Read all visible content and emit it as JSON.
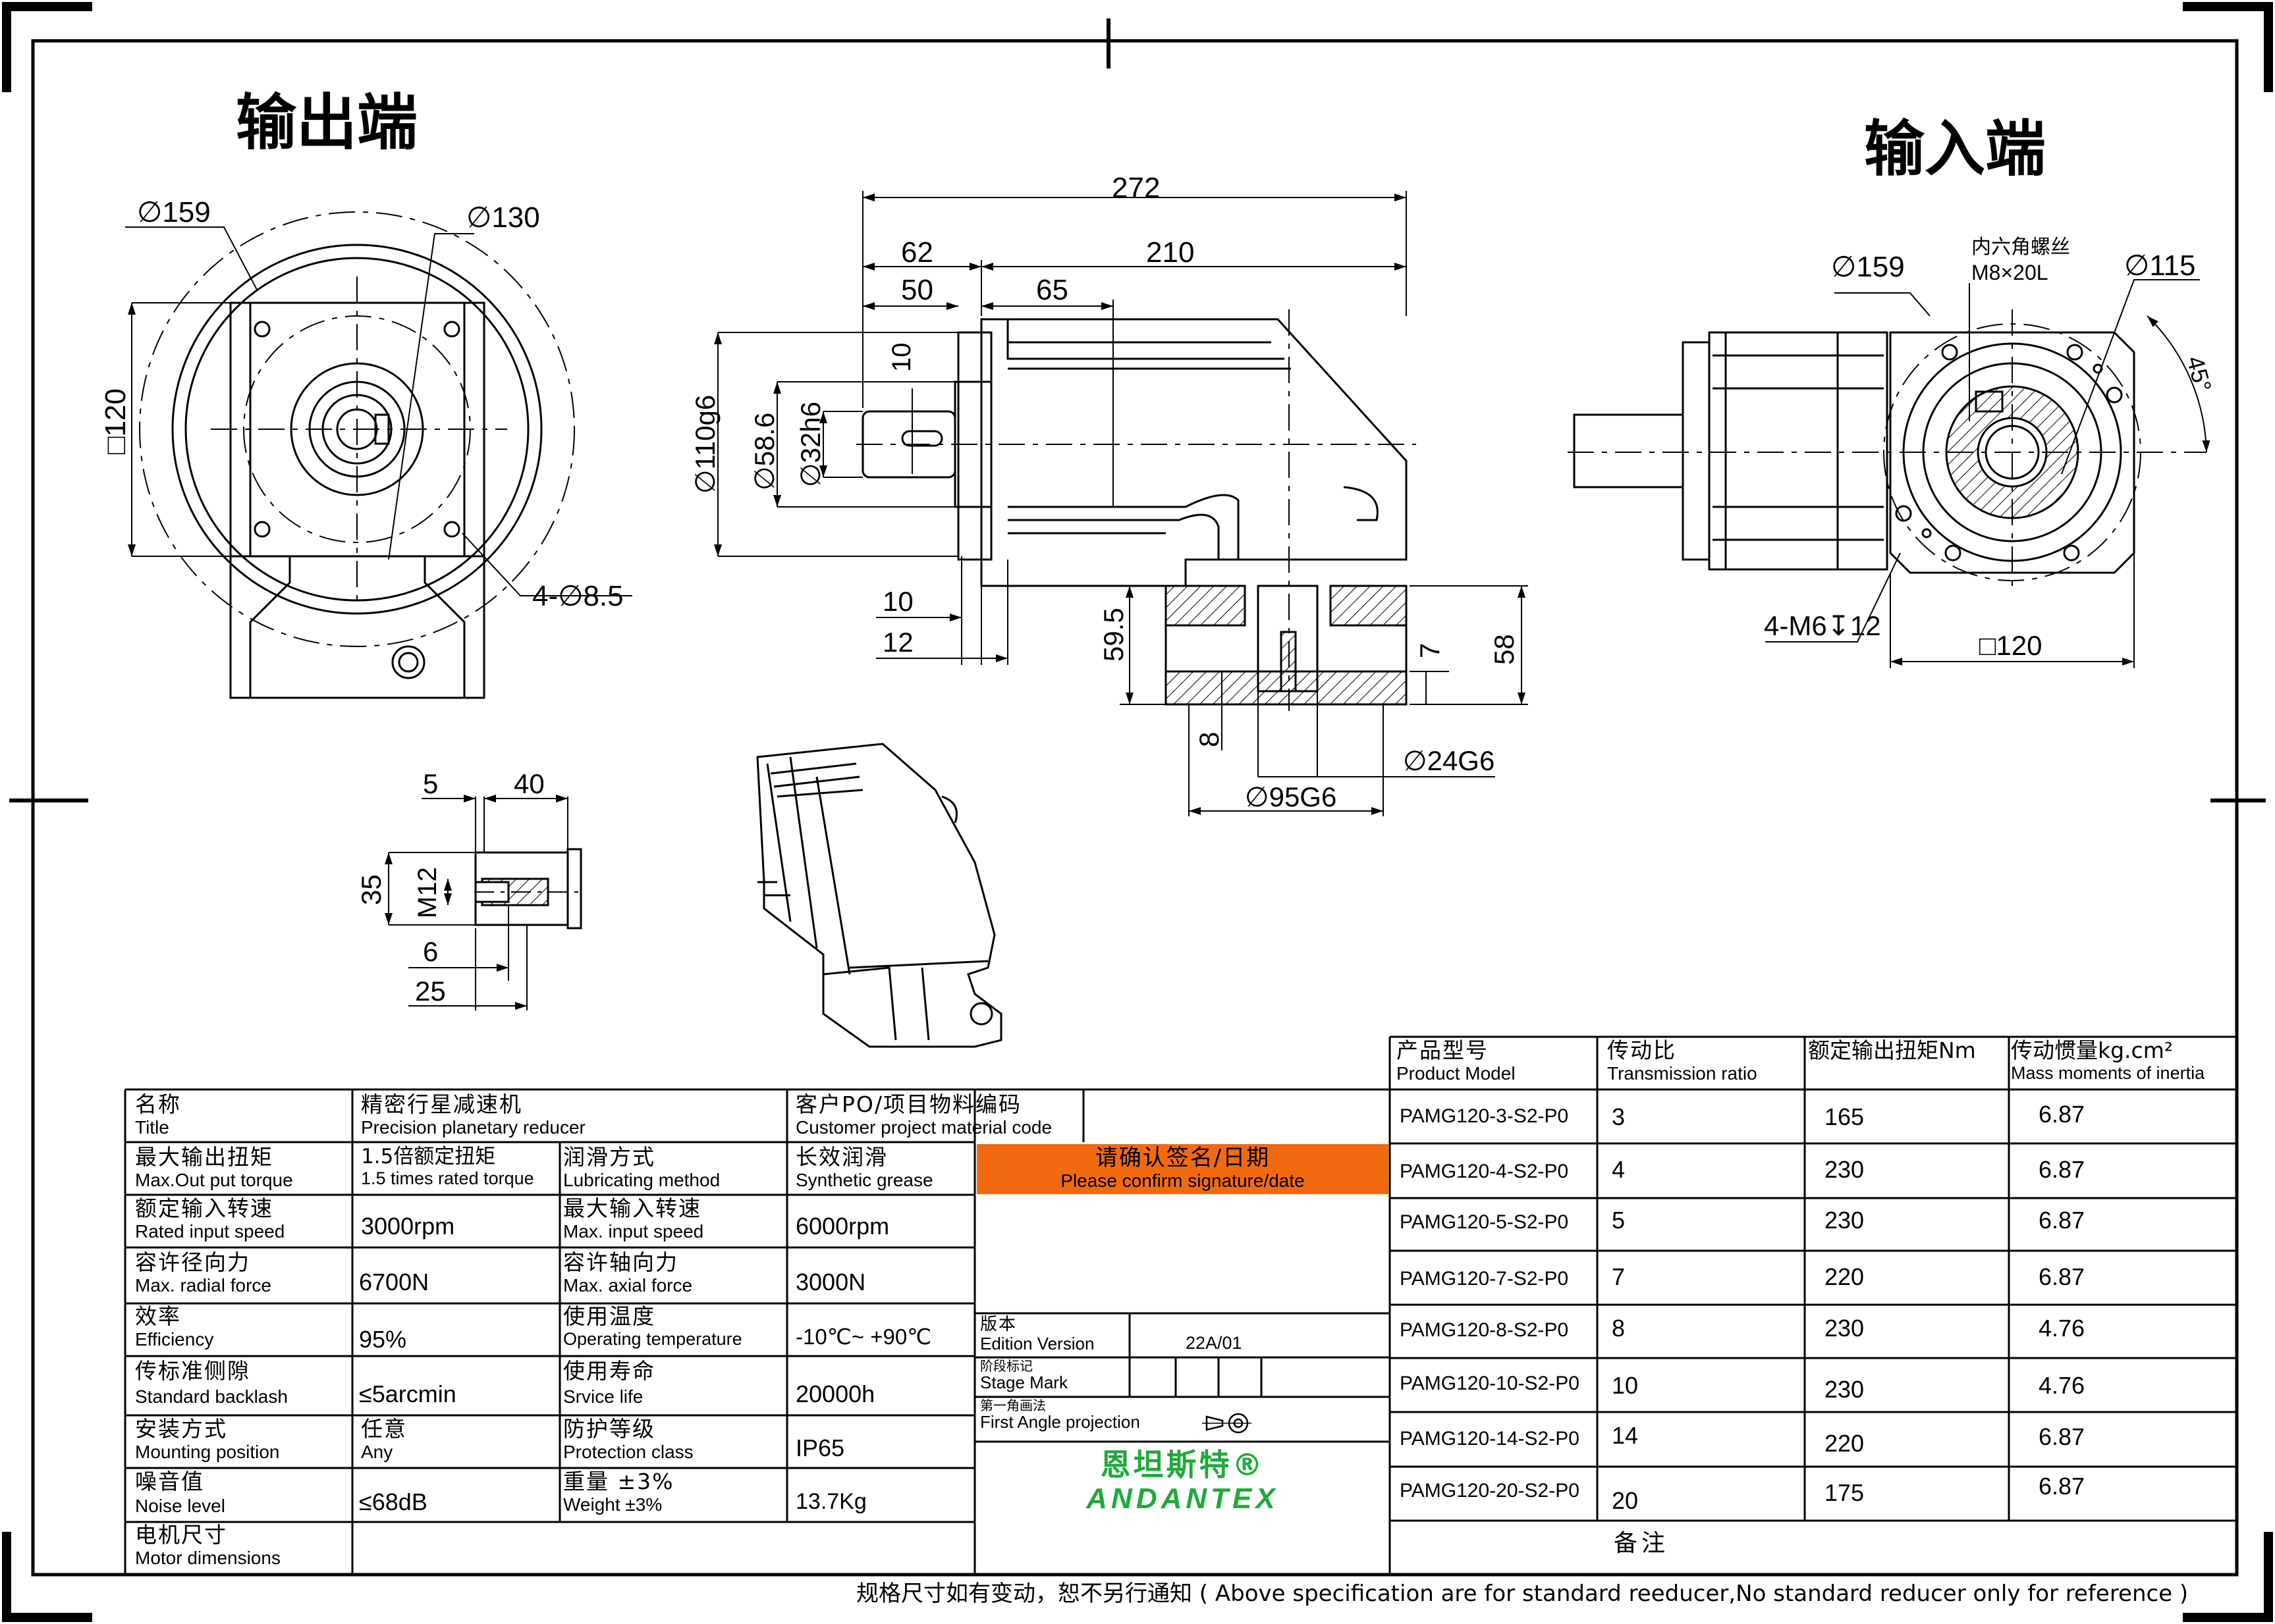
{
  "views": {
    "output_title": "输出端",
    "input_title": "输入端"
  },
  "output_view": {
    "dia_159": "∅159",
    "dia_130": "∅130",
    "square_120": "□120",
    "holes": "4-∅8.5"
  },
  "side_view": {
    "len_272": "272",
    "len_62": "62",
    "len_210": "210",
    "len_50": "50",
    "len_65": "65",
    "len_10_top": "10",
    "dia_110": "∅110g6",
    "dia_58_6": "∅58.6",
    "dia_32": "∅32h6",
    "len_10": "10",
    "len_12": "12",
    "len_59_5": "59.5",
    "len_7": "7",
    "len_58": "58",
    "len_8": "8",
    "dia_24": "∅24G6",
    "dia_95": "∅95G6"
  },
  "input_view": {
    "dia_159": "∅159",
    "screw_cn": "内六角螺丝",
    "screw_spec": "M8×20L",
    "dia_115": "∅115",
    "angle": "45°",
    "thread": "4-M6↧12",
    "square_120": "□120"
  },
  "key_detail": {
    "d5": "5",
    "d40": "40",
    "d35": "35",
    "m12": "M12",
    "d6": "6",
    "d25": "25"
  },
  "spec": {
    "title": {
      "cn": "名称",
      "en": "Title"
    },
    "title_value": {
      "cn": "精密行星减速机",
      "en": "Precision planetary reducer"
    },
    "customer_code": {
      "cn": "客户PO/项目物料编码",
      "en": "Customer project material code"
    },
    "max_torque": {
      "cn": "最大输出扭矩",
      "en": "Max.Out put torque"
    },
    "max_torque_value": {
      "cn": "1.5倍额定扭矩",
      "en": "1.5 times rated torque"
    },
    "lubrication": {
      "cn": "润滑方式",
      "en": "Lubricating method"
    },
    "lubrication_value": {
      "cn": "长效润滑",
      "en": "Synthetic grease"
    },
    "confirm": {
      "cn": "请确认签名/日期",
      "en": "Please confirm signature/date"
    },
    "rated_speed": {
      "cn": "额定输入转速",
      "en": "Rated input speed",
      "value": "3000rpm"
    },
    "max_speed": {
      "cn": "最大输入转速",
      "en": "Max. input speed",
      "value": "6000rpm"
    },
    "radial_force": {
      "cn": "容许径向力",
      "en": "Max. radial force",
      "value": "6700N"
    },
    "axial_force": {
      "cn": "容许轴向力",
      "en": "Max. axial force",
      "value": "3000N"
    },
    "efficiency": {
      "cn": "效率",
      "en": "Efficiency",
      "value": "95%"
    },
    "temperature": {
      "cn": "使用温度",
      "en": "Operating temperature",
      "value": "-10℃~ +90℃"
    },
    "backlash": {
      "cn": "传标准侧隙",
      "en": "Standard backlash",
      "value": "≤5arcmin"
    },
    "service_life": {
      "cn": "使用寿命",
      "en": "Srvice life",
      "value": "20000h"
    },
    "mounting": {
      "cn": "安装方式",
      "en": "Mounting position",
      "value_cn": "任意",
      "value_en": "Any"
    },
    "protection": {
      "cn": "防护等级",
      "en": "Protection class",
      "value": "IP65"
    },
    "noise": {
      "cn": "噪音值",
      "en": "Noise level",
      "value": "≤68dB"
    },
    "weight": {
      "cn": "重量 ±3%",
      "en": "Weight ±3%",
      "value": "13.7Kg"
    },
    "motor": {
      "cn": "电机尺寸",
      "en": "Motor dimensions"
    },
    "edition": {
      "cn": "版本",
      "en": "Edition Version",
      "value": "22A/01"
    },
    "stage": {
      "cn": "阶段标记",
      "en": "Stage Mark"
    },
    "projection": {
      "cn": "第一角画法",
      "en": "First Angle projection"
    }
  },
  "brand": {
    "cn": "恩坦斯特®",
    "en": "ANDANTEX"
  },
  "models": {
    "headers": [
      {
        "cn": "产品型号",
        "en": "Product Model"
      },
      {
        "cn": "传动比",
        "en": "Transmission ratio"
      },
      {
        "cn": "额定输出扭矩Nm",
        "en": ""
      },
      {
        "cn": "传动惯量kg.cm²",
        "en": "Mass moments of inertia"
      }
    ],
    "rows": [
      {
        "model": "PAMG120-3-S2-P0",
        "ratio": "3",
        "torque": "165",
        "inertia": "6.87"
      },
      {
        "model": "PAMG120-4-S2-P0",
        "ratio": "4",
        "torque": "230",
        "inertia": "6.87"
      },
      {
        "model": "PAMG120-5-S2-P0",
        "ratio": "5",
        "torque": "230",
        "inertia": "6.87"
      },
      {
        "model": "PAMG120-7-S2-P0",
        "ratio": "7",
        "torque": "220",
        "inertia": "6.87"
      },
      {
        "model": "PAMG120-8-S2-P0",
        "ratio": "8",
        "torque": "230",
        "inertia": "4.76"
      },
      {
        "model": "PAMG120-10-S2-P0",
        "ratio": "10",
        "torque": "230",
        "inertia": "4.76"
      },
      {
        "model": "PAMG120-14-S2-P0",
        "ratio": "14",
        "torque": "220",
        "inertia": "6.87"
      },
      {
        "model": "PAMG120-20-S2-P0",
        "ratio": "20",
        "torque": "175",
        "inertia": "6.87"
      }
    ],
    "remark": "备注"
  },
  "footer": "规格尺寸如有变动，恕不另行通知 ( Above specification are for standard reeducer,No standard reducer only for reference )"
}
